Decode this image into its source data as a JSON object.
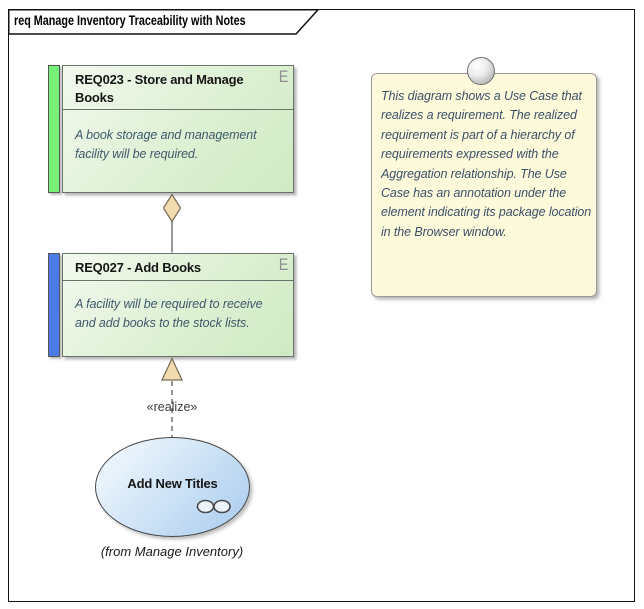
{
  "frame": {
    "title": "req Manage Inventory Traceability with Notes"
  },
  "requirements": [
    {
      "title": "REQ023 - Store and Manage Books",
      "body": "A book storage and management facility will be required.",
      "corner_letter": "E",
      "status_color": "#77F077"
    },
    {
      "title": "REQ027 - Add Books",
      "body": "A facility will be required to receive and add books to the stock lists.",
      "corner_letter": "E",
      "status_color": "#4B7BE5"
    }
  ],
  "connectors": {
    "aggregation": {
      "type": "aggregation",
      "from": "REQ027 - Add Books",
      "to": "REQ023 - Store and Manage Books"
    },
    "realize": {
      "label": "«realize»",
      "from": "Add New Titles",
      "to": "REQ027 - Add Books"
    }
  },
  "use_case": {
    "name": "Add New Titles",
    "package_annotation": "(from Manage Inventory)"
  },
  "note": {
    "text": "This diagram shows a Use Case that realizes a requirement. The realized requirement is part of a hierarchy of requirements expressed with the Aggregation relationship. The Use Case has an annotation under the element indicating its package location in the Browser window."
  },
  "colors": {
    "requirement_fill_start": "#F3F9EF",
    "requirement_fill_end": "#CFEAC4",
    "status_green": "#77F077",
    "status_blue": "#4B7BE5",
    "note_fill": "#FDFADC",
    "usecase_fill_start": "#F7FBFE",
    "usecase_fill_end": "#A8CBEE",
    "connector_arrow_fill": "#F1DBAF"
  }
}
